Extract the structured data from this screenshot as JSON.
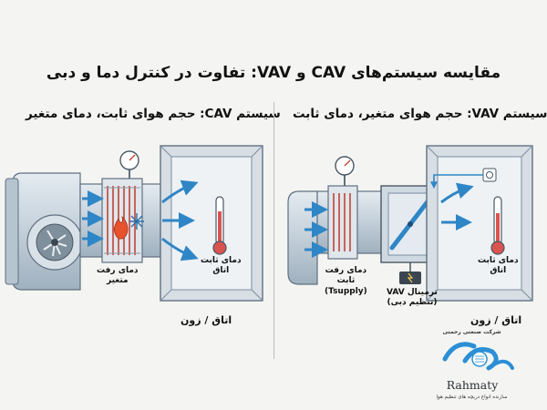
{
  "title": "مقایسه سیستم‌های CAV و VAV: تفاوت در کنترل دما و دبی",
  "cav": {
    "heading": "سیستم CAV: حجم هوای ثابت، دمای متغیر",
    "supply_label_line1": "دمای رفت",
    "supply_label_line2": "متغیر",
    "room_temp_line1": "دمای ثابت",
    "room_temp_line2": "اتاق",
    "zone": "اتاق / زون"
  },
  "vav": {
    "heading": "سیستم VAV: حجم هوای متغیر، دمای ثابت",
    "supply_label_line1": "دمای رفت",
    "supply_label_line2": "ثابت",
    "supply_label_line3": "(Tsupply)",
    "terminal_line1": "ترمینال VAV",
    "terminal_line2": "(تنظیم دبی)",
    "room_temp_line1": "دمای ثابت",
    "room_temp_line2": "اتاق",
    "zone": "اتاق / زون"
  },
  "brand": {
    "company": "شرکت صنعتی رحمتی",
    "name": "Rahmaty",
    "tagline": "سازنده انواع دریچه های تنظیم هوا"
  },
  "colors": {
    "airflow": "#2f86c6",
    "duct": "#c9d6e0",
    "room_wall": "#7b8fa1",
    "hot": "#d9534f",
    "brand_blue": "#2b8fd6"
  }
}
